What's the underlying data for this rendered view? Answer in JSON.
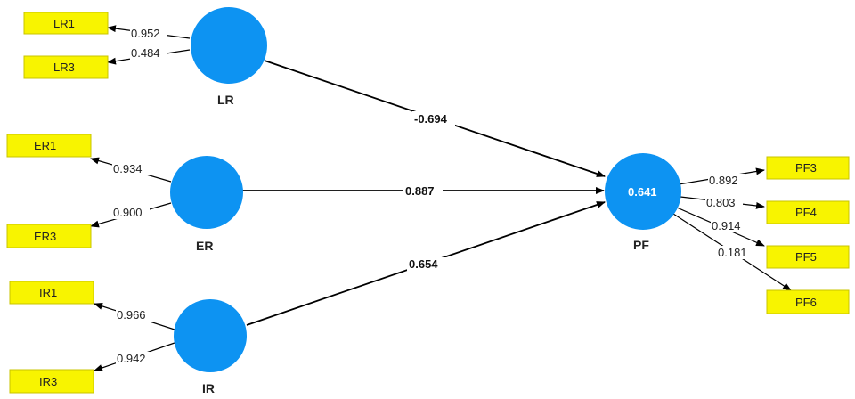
{
  "colors": {
    "construct_fill": "#0d93f2",
    "indicator_fill": "#f8f400",
    "indicator_border": "#c8c400",
    "arrow": "#000000"
  },
  "constructs": [
    {
      "id": "LR",
      "name": "LR",
      "r2": ""
    },
    {
      "id": "ER",
      "name": "ER",
      "r2": ""
    },
    {
      "id": "IR",
      "name": "IR",
      "r2": ""
    },
    {
      "id": "PF",
      "name": "PF",
      "r2": "0.641"
    }
  ],
  "indicators": [
    {
      "id": "LR1",
      "label": "LR1",
      "construct": "LR",
      "loading": "0.952"
    },
    {
      "id": "LR3",
      "label": "LR3",
      "construct": "LR",
      "loading": "0.484"
    },
    {
      "id": "ER1",
      "label": "ER1",
      "construct": "ER",
      "loading": "0.934"
    },
    {
      "id": "ER3",
      "label": "ER3",
      "construct": "ER",
      "loading": "0.900"
    },
    {
      "id": "IR1",
      "label": "IR1",
      "construct": "IR",
      "loading": "0.966"
    },
    {
      "id": "IR3",
      "label": "IR3",
      "construct": "IR",
      "loading": "0.942"
    },
    {
      "id": "PF3",
      "label": "PF3",
      "construct": "PF",
      "loading": "0.892"
    },
    {
      "id": "PF4",
      "label": "PF4",
      "construct": "PF",
      "loading": "0.803"
    },
    {
      "id": "PF5",
      "label": "PF5",
      "construct": "PF",
      "loading": "0.914"
    },
    {
      "id": "PF6",
      "label": "PF6",
      "construct": "PF",
      "loading": "0.181"
    }
  ],
  "paths": [
    {
      "from": "LR",
      "to": "PF",
      "coefficient": "-0.694"
    },
    {
      "from": "ER",
      "to": "PF",
      "coefficient": "0.887"
    },
    {
      "from": "IR",
      "to": "PF",
      "coefficient": "0.654"
    }
  ]
}
